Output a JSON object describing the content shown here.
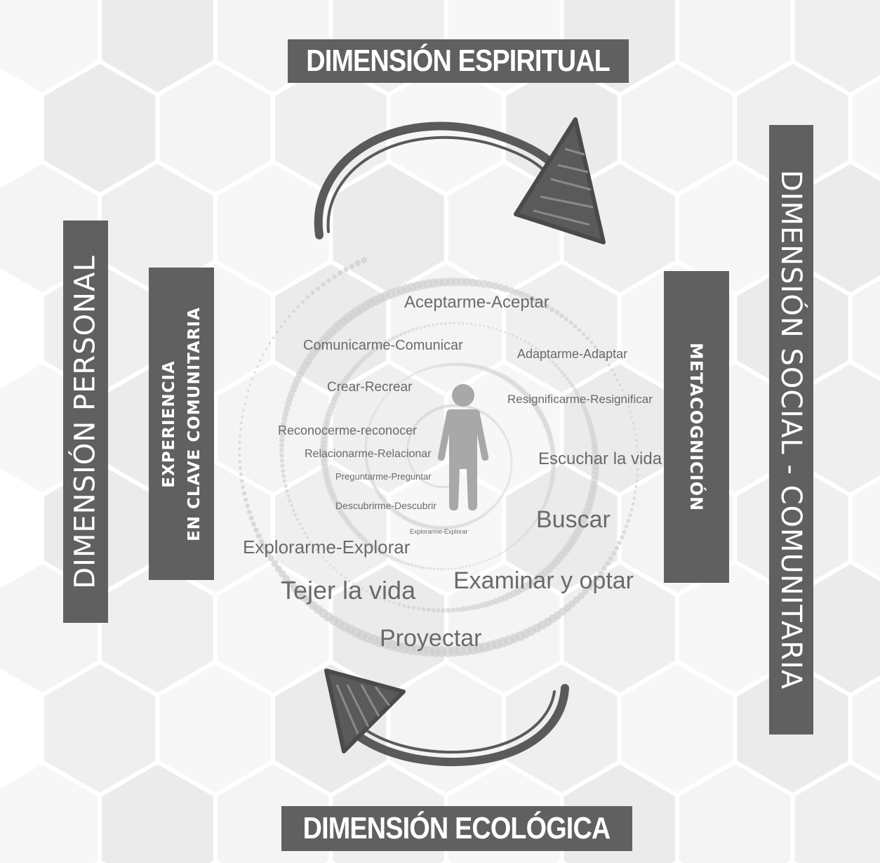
{
  "dimensions": {
    "top": "DIMENSIÓN ESPIRITUAL",
    "bottom": "DIMENSIÓN ECOLÓGICA",
    "left": "DIMENSIÓN PERSONAL",
    "right": "DIMENSIÓN SOCIAL - COMUNITARIA"
  },
  "inner": {
    "left_line1": "EXPERIENCIA",
    "left_line2": "EN CLAVE COMUNITARIA",
    "right": "METACOGNICIÓN"
  },
  "words": {
    "aceptarme": "Aceptarme-Aceptar",
    "comunicarme": "Comunicarme-Comunicar",
    "adaptarme": "Adaptarme-Adaptar",
    "crear": "Crear-Recrear",
    "resignificarme": "Resignificarme-Resignificar",
    "reconocerme": "Reconocerme-reconocer",
    "relacionarme": "Relacionarme-Relacionar",
    "escuchar": "Escuchar la vida",
    "preguntarme": "Preguntarme-Preguntar",
    "descubrirme": "Descubrirme-Descubrir",
    "buscar": "Buscar",
    "explorarme_small": "Explorarme-Explorar",
    "explorarme": "Explorarme-Explorar",
    "tejer": "Tejer la vida",
    "examinar": "Examinar y optar",
    "proyectar": "Proyectar"
  },
  "icons": {
    "person": "person-icon",
    "top_arrow": "curved-arrow-right-icon",
    "bottom_arrow": "curved-arrow-left-icon"
  },
  "colors": {
    "box": "#606060",
    "text": "#6a6a6a",
    "figure": "#a8a8a8"
  }
}
